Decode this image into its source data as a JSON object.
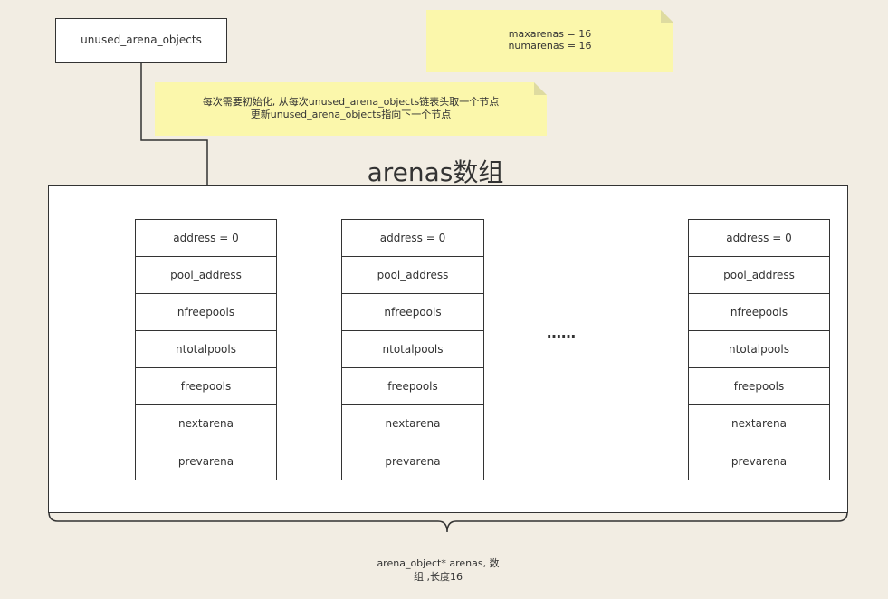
{
  "head_box": {
    "label": "unused_arena_objects"
  },
  "note_top": {
    "lines": [
      "maxarenas = 16",
      "numarenas = 16"
    ]
  },
  "note_init": {
    "lines": [
      "每次需要初始化, 从每次unused_arena_objects链表头取一个节点",
      "更新unused_arena_objects指向下一个节点"
    ]
  },
  "array_title": "arenas数组",
  "ellipsis": "……",
  "arena_fields": [
    "address = 0",
    "pool_address",
    "nfreepools",
    "ntotalpools",
    "freepools",
    "nextarena",
    "prevarena"
  ],
  "caption": {
    "lines": [
      "arena_object* arenas, 数",
      "组 ,长度16"
    ]
  }
}
